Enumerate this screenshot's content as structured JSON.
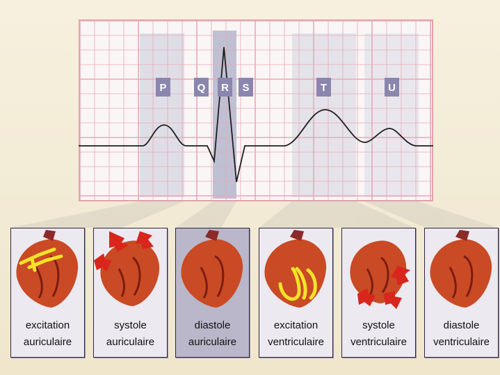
{
  "ecg": {
    "wave_labels": [
      "P",
      "Q",
      "R",
      "S",
      "T",
      "U"
    ]
  },
  "cards": [
    {
      "line1": "excitation",
      "line2": "auriculaire"
    },
    {
      "line1": "systole",
      "line2": "auriculaire"
    },
    {
      "line1": "diastole",
      "line2": "auriculaire"
    },
    {
      "line1": "excitation",
      "line2": "ventriculaire"
    },
    {
      "line1": "systole",
      "line2": "ventriculaire"
    },
    {
      "line1": "diastole",
      "line2": "ventriculaire"
    }
  ],
  "colors": {
    "grid_line": "#e7a9b6",
    "trace": "#1e1e1e",
    "label_box": "#8a86ae",
    "highlight": "#c3c6d8",
    "heart_fill": "#c94a24",
    "excitation": "#f3e22b",
    "arrow": "#d8261c"
  }
}
